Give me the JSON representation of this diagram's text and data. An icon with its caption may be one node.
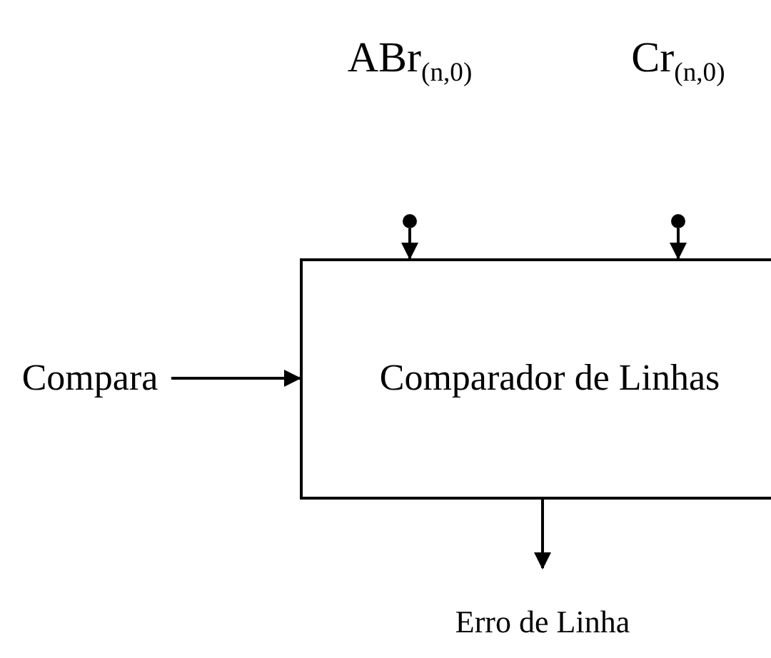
{
  "diagram": {
    "nodes": [
      {
        "text": [
          "Comparador de Linhas"
        ]
      },
      {
        "text": [
          "ABr$_{(n,0)}$"
        ]
      },
      {
        "text": [
          "Cr$_{(n,0)}$"
        ]
      },
      {
        "text": [
          "Compara"
        ]
      },
      {
        "text": [
          "Erro de Linha"
        ]
      }
    ],
    "edges": [
      {
        "from": 1,
        "to": 0,
        "arrow": "to"
      },
      {
        "from": 2,
        "to": 0,
        "arrow": "to"
      },
      {
        "from": 3,
        "to": 0,
        "arrow": "to"
      },
      {
        "from": 0,
        "to": 4,
        "arrow": "to"
      }
    ]
  }
}
